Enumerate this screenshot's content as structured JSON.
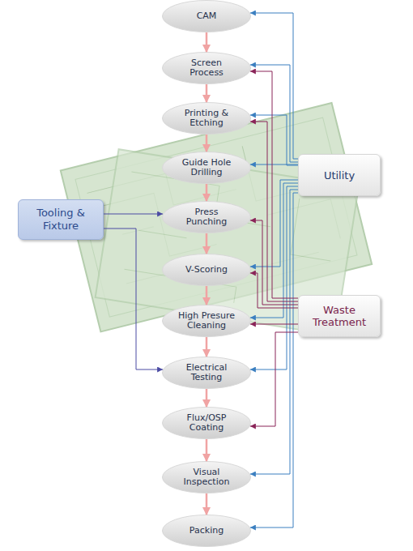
{
  "diagram": {
    "nodes": [
      {
        "text": [
          "CAM"
        ]
      },
      {
        "text": [
          "Screen Process"
        ]
      },
      {
        "text": [
          "Printing & Etching"
        ]
      },
      {
        "text": [
          "Guide Hole Drilling"
        ]
      },
      {
        "text": [
          "Press Punching"
        ]
      },
      {
        "text": [
          "V-Scoring"
        ]
      },
      {
        "text": [
          "High Presure Cleaning"
        ]
      },
      {
        "text": [
          "Electrical Testing"
        ]
      },
      {
        "text": [
          "Flux/OSP Coating"
        ]
      },
      {
        "text": [
          "Visual Inspection"
        ]
      },
      {
        "text": [
          "Packing"
        ]
      },
      {
        "text": [
          "Tooling & Fixture"
        ]
      },
      {
        "text": [
          "Utility"
        ]
      },
      {
        "text": [
          "Waste Treatment"
        ]
      }
    ],
    "edges": [
      {
        "from": 0,
        "to": 1,
        "arrow": "to"
      },
      {
        "from": 1,
        "to": 2,
        "arrow": "to"
      },
      {
        "from": 2,
        "to": 3,
        "arrow": "to"
      },
      {
        "from": 3,
        "to": 4,
        "arrow": "to"
      },
      {
        "from": 4,
        "to": 5,
        "arrow": "to"
      },
      {
        "from": 5,
        "to": 6,
        "arrow": "to"
      },
      {
        "from": 6,
        "to": 7,
        "arrow": "to"
      },
      {
        "from": 7,
        "to": 8,
        "arrow": "to"
      },
      {
        "from": 8,
        "to": 9,
        "arrow": "to"
      },
      {
        "from": 9,
        "to": 10,
        "arrow": "to"
      },
      {
        "from": 12,
        "to": 0,
        "arrow": "to"
      },
      {
        "from": 12,
        "to": 1,
        "arrow": "to"
      },
      {
        "from": 12,
        "to": 2,
        "arrow": "to"
      },
      {
        "from": 12,
        "to": 3,
        "arrow": "to"
      },
      {
        "from": 12,
        "to": 5,
        "arrow": "to"
      },
      {
        "from": 12,
        "to": 6,
        "arrow": "to"
      },
      {
        "from": 12,
        "to": 7,
        "arrow": "to"
      },
      {
        "from": 12,
        "to": 9,
        "arrow": "to"
      },
      {
        "from": 12,
        "to": 10,
        "arrow": "to"
      },
      {
        "from": 13,
        "to": 1,
        "arrow": "to"
      },
      {
        "from": 13,
        "to": 2,
        "arrow": "to"
      },
      {
        "from": 13,
        "to": 4,
        "arrow": "to"
      },
      {
        "from": 13,
        "to": 5,
        "arrow": "to"
      },
      {
        "from": 13,
        "to": 6,
        "arrow": "to"
      },
      {
        "from": 13,
        "to": 8,
        "arrow": "to"
      },
      {
        "from": 11,
        "to": 4,
        "arrow": "to"
      },
      {
        "from": 11,
        "to": 7,
        "arrow": "to"
      }
    ]
  }
}
